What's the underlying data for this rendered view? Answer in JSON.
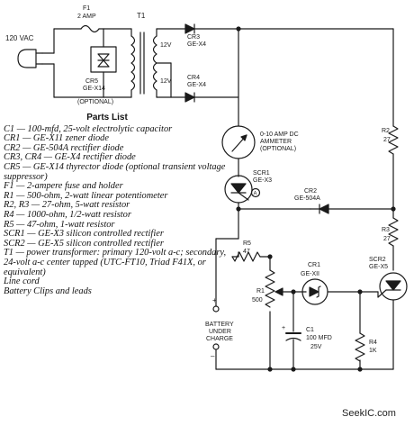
{
  "labels": {
    "f1": "F1",
    "f1_rating": "2 AMP",
    "t1": "T1",
    "vac": "120 VAC",
    "cr5": "CR5",
    "cr5_part": "GE-X14",
    "cr5_opt": "(OPTIONAL)",
    "sec_top": "12V",
    "sec_bot": "12V",
    "cr3": "CR3",
    "cr3_part": "GE-X4",
    "cr4": "CR4",
    "cr4_part": "GE-X4",
    "meter1": "0-10 AMP DC",
    "meter2": "AMMETER",
    "meter3": "(OPTIONAL)",
    "scr1": "SCR1",
    "scr1_part": "GE-X3",
    "node_a": "A",
    "cr2": "CR2",
    "cr2_part": "GE-504A",
    "r2": "R2",
    "r2_val": "27",
    "r3": "R3",
    "r3_val": "27",
    "r5": "R5",
    "r5_val": "47",
    "r1": "R1",
    "r1_val": "500",
    "cr1": "CR1",
    "cr1_part": "GE-XII",
    "scr2": "SCR2",
    "scr2_part": "GE-X5",
    "battery1": "BATTERY",
    "battery2": "UNDER",
    "battery3": "CHARGE",
    "plus": "+",
    "minus": "–",
    "c1": "C1",
    "c1_val": "100 MFD",
    "c1_v": "25V",
    "c1_plus": "+",
    "r4": "R4",
    "r4_val": "1K"
  },
  "parts_list": {
    "heading": "Parts List",
    "items": [
      "C1 — 100-mfd, 25-volt electrolytic capacitor",
      "CR1 — GE-X11 zener diode",
      "CR2 — GE-504A rectifier diode",
      "CR3, CR4 — GE-X4 rectifier diode",
      "CR5 — GE-X14 thyrector diode (optional transient voltage suppressor)",
      "F1 — 2-ampere fuse and holder",
      "R1 — 500-ohm, 2-watt linear potentiometer",
      "R2, R3 — 27-ohm, 5-watt resistor",
      "R4 — 1000-ohm, 1/2-watt resistor",
      "R5 — 47-ohm, 1-watt resistor",
      "SCR1 — GE-X3 silicon controlled rectifier",
      "SCR2 — GE-X5 silicon controlled rectifier",
      "T1 — power transformer: primary 120-volt a-c; secondary, 24-volt a-c center tapped (UTC-FT10, Triad F41X, or equivalent)",
      "Line cord",
      "Battery Clips and leads"
    ]
  },
  "watermark": "SeekIC.com"
}
